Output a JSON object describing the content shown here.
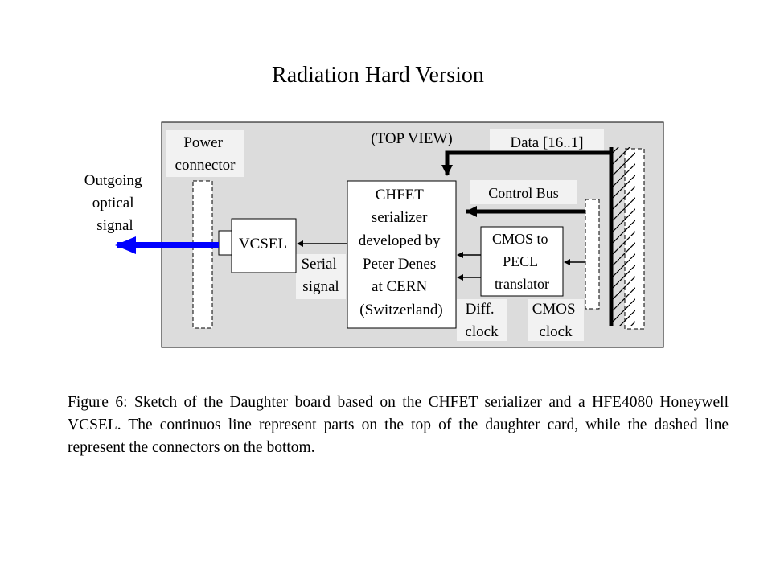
{
  "title": "Radiation Hard Version",
  "diagram": {
    "top_view": "(TOP VIEW)",
    "power_connector": [
      "Power",
      "connector"
    ],
    "outgoing_signal": [
      "Outgoing",
      "optical",
      "signal"
    ],
    "vcsel": "VCSEL",
    "serial_signal": [
      "Serial",
      "signal"
    ],
    "chfet": [
      "CHFET",
      "serializer",
      "developed by",
      "Peter Denes",
      "at CERN",
      "(Switzerland)"
    ],
    "data_bus": "Data [16..1]",
    "control_bus": "Control Bus",
    "cmos_translator": [
      "CMOS to",
      "PECL",
      "translator"
    ],
    "diff_clock": [
      "Diff.",
      "clock"
    ],
    "cmos_clock": [
      "CMOS",
      "clock"
    ]
  },
  "caption": "Figure 6: Sketch of the Daughter board based on the CHFET serializer and a HFE4080 Honeywell VCSEL. The continuos line represent parts on the top of the daughter card, while the dashed line represent the connectors on the bottom.",
  "colors": {
    "board_fill": "#dcdcdc",
    "label_bg": "#f2f2f2",
    "optical_arrow": "#0000ff"
  }
}
